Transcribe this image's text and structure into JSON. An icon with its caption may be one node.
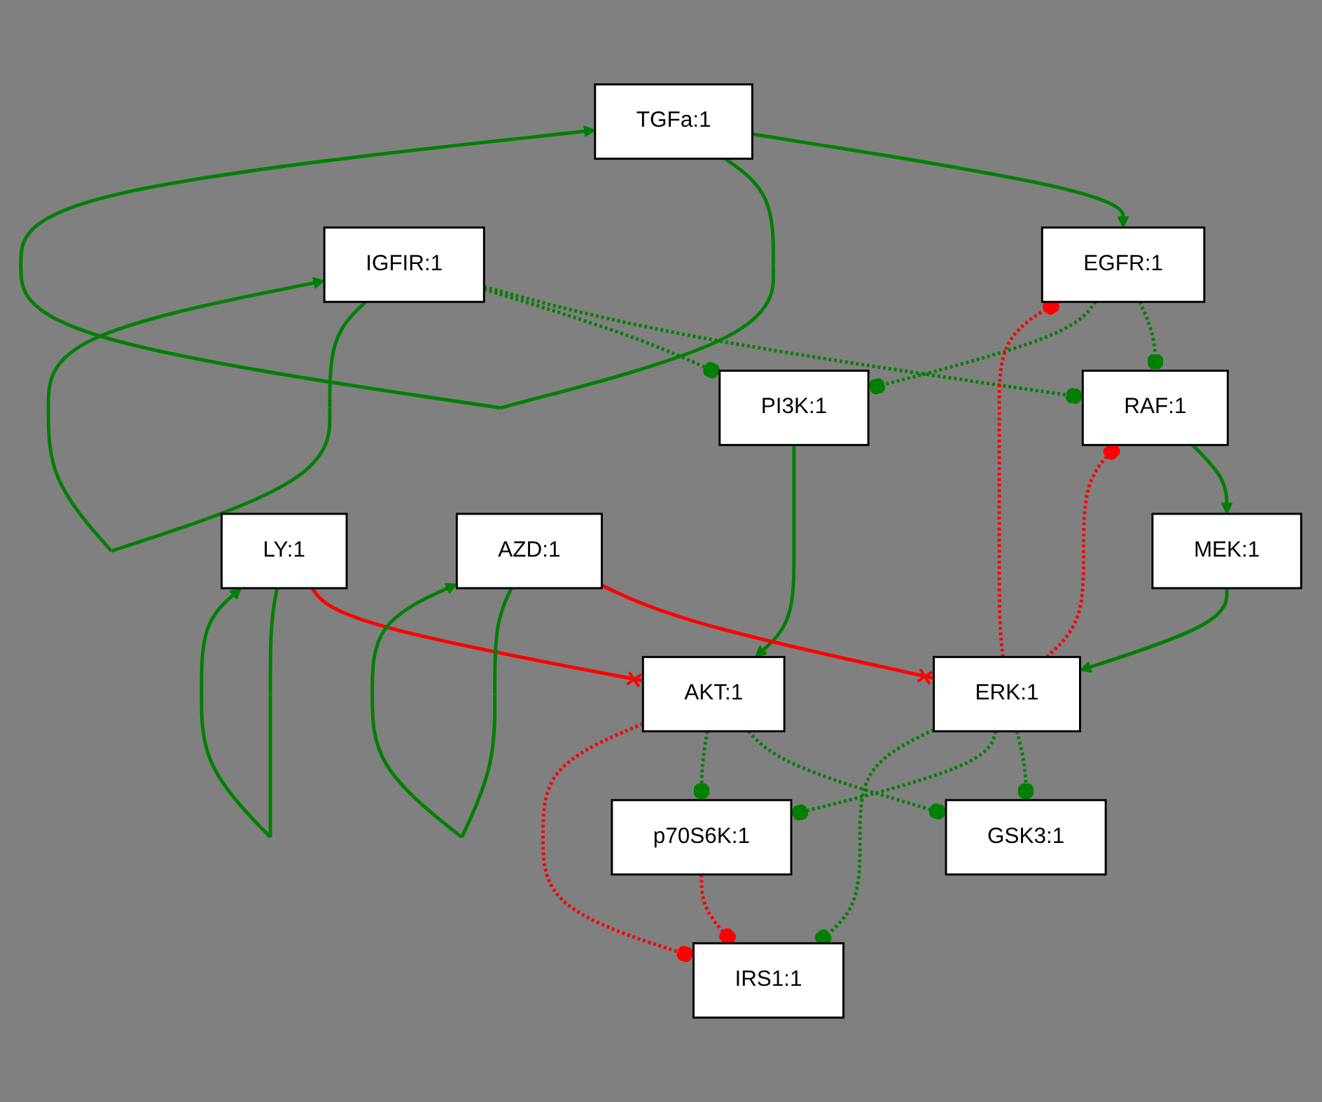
{
  "diagram": {
    "nodes": [
      {
        "text": [
          "TGFa:1"
        ]
      },
      {
        "text": [
          "EGFR:1"
        ]
      },
      {
        "text": [
          "IGFIR:1"
        ]
      },
      {
        "text": [
          "RAF:1"
        ]
      },
      {
        "text": [
          "PI3K:1"
        ]
      },
      {
        "text": [
          "MEK:1"
        ]
      },
      {
        "text": [
          "LY:1"
        ]
      },
      {
        "text": [
          "ERK:1"
        ]
      },
      {
        "text": [
          "AKT:1"
        ]
      },
      {
        "text": [
          "AZD:1"
        ]
      },
      {
        "text": [
          "GSK3:1"
        ]
      },
      {
        "text": [
          "p70S6K:1"
        ]
      },
      {
        "text": [
          "IRS1:1"
        ]
      }
    ],
    "edges": [
      {
        "from": 0,
        "to": 1,
        "arrow": "to"
      },
      {
        "from": 1,
        "to": 3,
        "arrow": "other",
        "style": "dashed"
      },
      {
        "from": 2,
        "to": 3,
        "arrow": "other",
        "style": "dashed"
      },
      {
        "from": 1,
        "to": 4,
        "arrow": "other",
        "style": "dashed"
      },
      {
        "from": 2,
        "to": 4,
        "arrow": "other",
        "style": "dashed"
      },
      {
        "from": 7,
        "to": 1,
        "arrow": "other",
        "style": "dashed",
        "color": "#ff0000"
      },
      {
        "from": 7,
        "to": 3,
        "arrow": "other",
        "style": "dashed",
        "color": "#ff0000"
      },
      {
        "from": 3,
        "to": 5,
        "arrow": "to"
      },
      {
        "from": 5,
        "to": 7,
        "arrow": "to"
      },
      {
        "from": 4,
        "to": 8,
        "arrow": "to"
      },
      {
        "from": 6,
        "to": 8,
        "arrow": "other",
        "color": "#ff0000"
      },
      {
        "from": 9,
        "to": 7,
        "arrow": "other",
        "color": "#ff0000"
      },
      {
        "from": 7,
        "to": 10,
        "arrow": "other",
        "style": "dashed"
      },
      {
        "from": 8,
        "to": 10,
        "arrow": "other",
        "style": "dashed"
      },
      {
        "from": 7,
        "to": 11,
        "arrow": "other",
        "style": "dashed"
      },
      {
        "from": 8,
        "to": 11,
        "arrow": "other",
        "style": "dashed"
      },
      {
        "from": 7,
        "to": 12,
        "arrow": "other",
        "style": "dashed"
      },
      {
        "from": 8,
        "to": 12,
        "arrow": "other",
        "style": "dashed",
        "color": "#ff0000"
      },
      {
        "from": 11,
        "to": 12,
        "arrow": "other",
        "style": "dashed",
        "color": "#ff0000"
      },
      {
        "from": 0,
        "to": 0,
        "arrow": "to"
      },
      {
        "from": 2,
        "to": 2,
        "arrow": "to"
      },
      {
        "from": 6,
        "to": 6,
        "arrow": "to"
      },
      {
        "from": 9,
        "to": 9,
        "arrow": "to"
      }
    ]
  }
}
